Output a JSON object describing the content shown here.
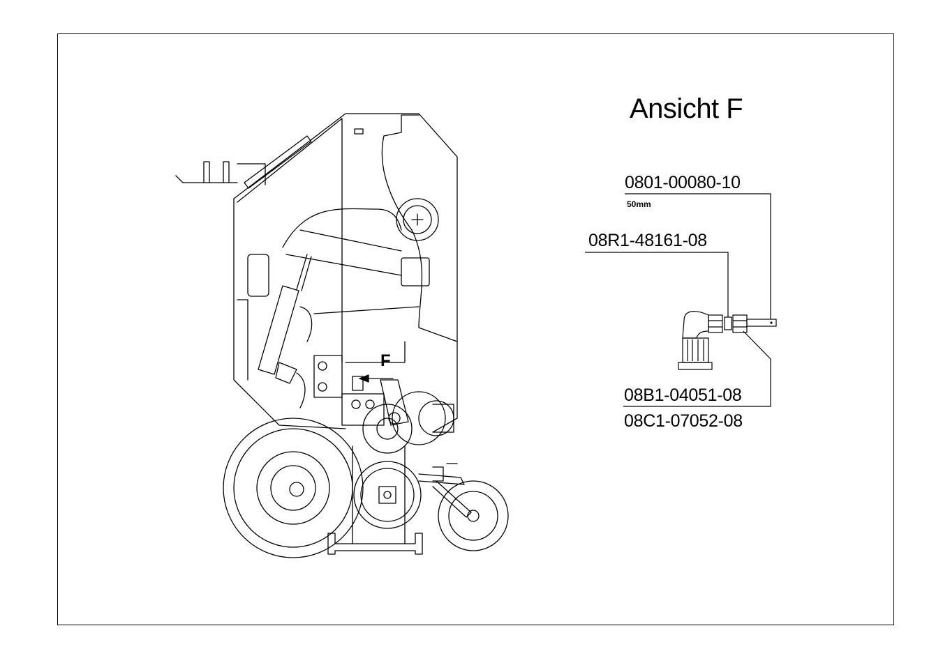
{
  "view": {
    "title": "Ansicht F",
    "marker": "F"
  },
  "parts": [
    {
      "id": "p1",
      "number": "0801-00080-10",
      "note": "50mm"
    },
    {
      "id": "p2",
      "number": "08R1-48161-08"
    },
    {
      "id": "p3",
      "number": "08B1-04051-08"
    },
    {
      "id": "p4",
      "number": "08C1-07052-08"
    }
  ]
}
